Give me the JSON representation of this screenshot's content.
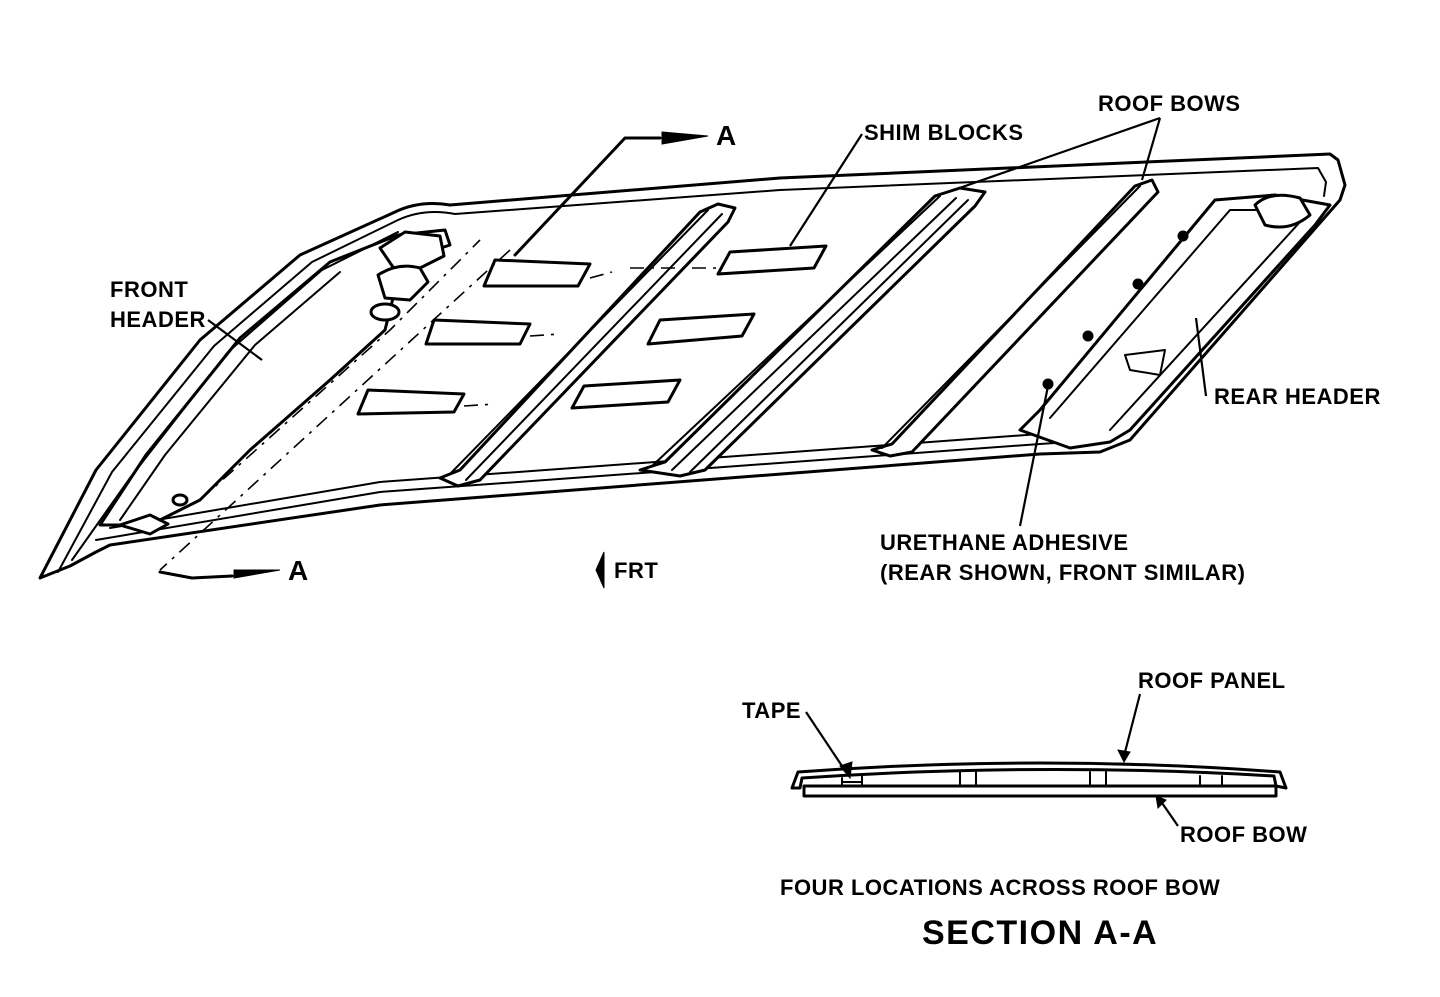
{
  "labels": {
    "shim_blocks": "SHIM BLOCKS",
    "roof_bows": "ROOF BOWS",
    "front_header_1": "FRONT",
    "front_header_2": "HEADER",
    "rear_header": "REAR HEADER",
    "urethane_1": "URETHANE ADHESIVE",
    "urethane_2": "(REAR SHOWN, FRONT SIMILAR)",
    "section_a_top": "A",
    "section_a_bottom": "A",
    "front": "FRT",
    "tape": "TAPE",
    "roof_panel": "ROOF PANEL",
    "roof_bow": "ROOF BOW",
    "four_locations": "FOUR LOCATIONS ACROSS ROOF BOW",
    "section_title": "SECTION A-A"
  }
}
